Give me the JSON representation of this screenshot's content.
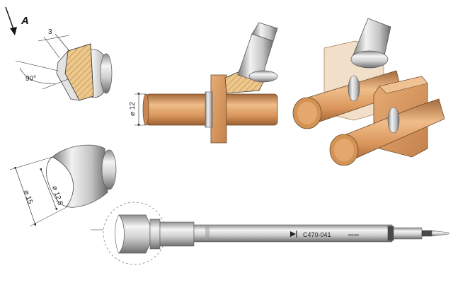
{
  "view_label": "A",
  "dimensions": {
    "width_3": "3",
    "angle": "90°",
    "diameter_12": "⌀ 12",
    "diameter_12_5": "⌀ 12,5",
    "diameter_15": "⌀ 15"
  },
  "tip": {
    "part_number": "C470-041",
    "batch_code": "xxxxxx"
  },
  "colors": {
    "copper": "#d9955a",
    "copper_light": "#f0bd8a",
    "copper_dark": "#a4683a",
    "metal_light": "#f2f2f2",
    "metal_mid": "#bdbdbd",
    "metal_dark": "#7a7a7a",
    "hatch": "#eec78a"
  },
  "icons": {
    "view_arrow": "arrow-down-left-icon",
    "diode": "diode-symbol-icon"
  }
}
